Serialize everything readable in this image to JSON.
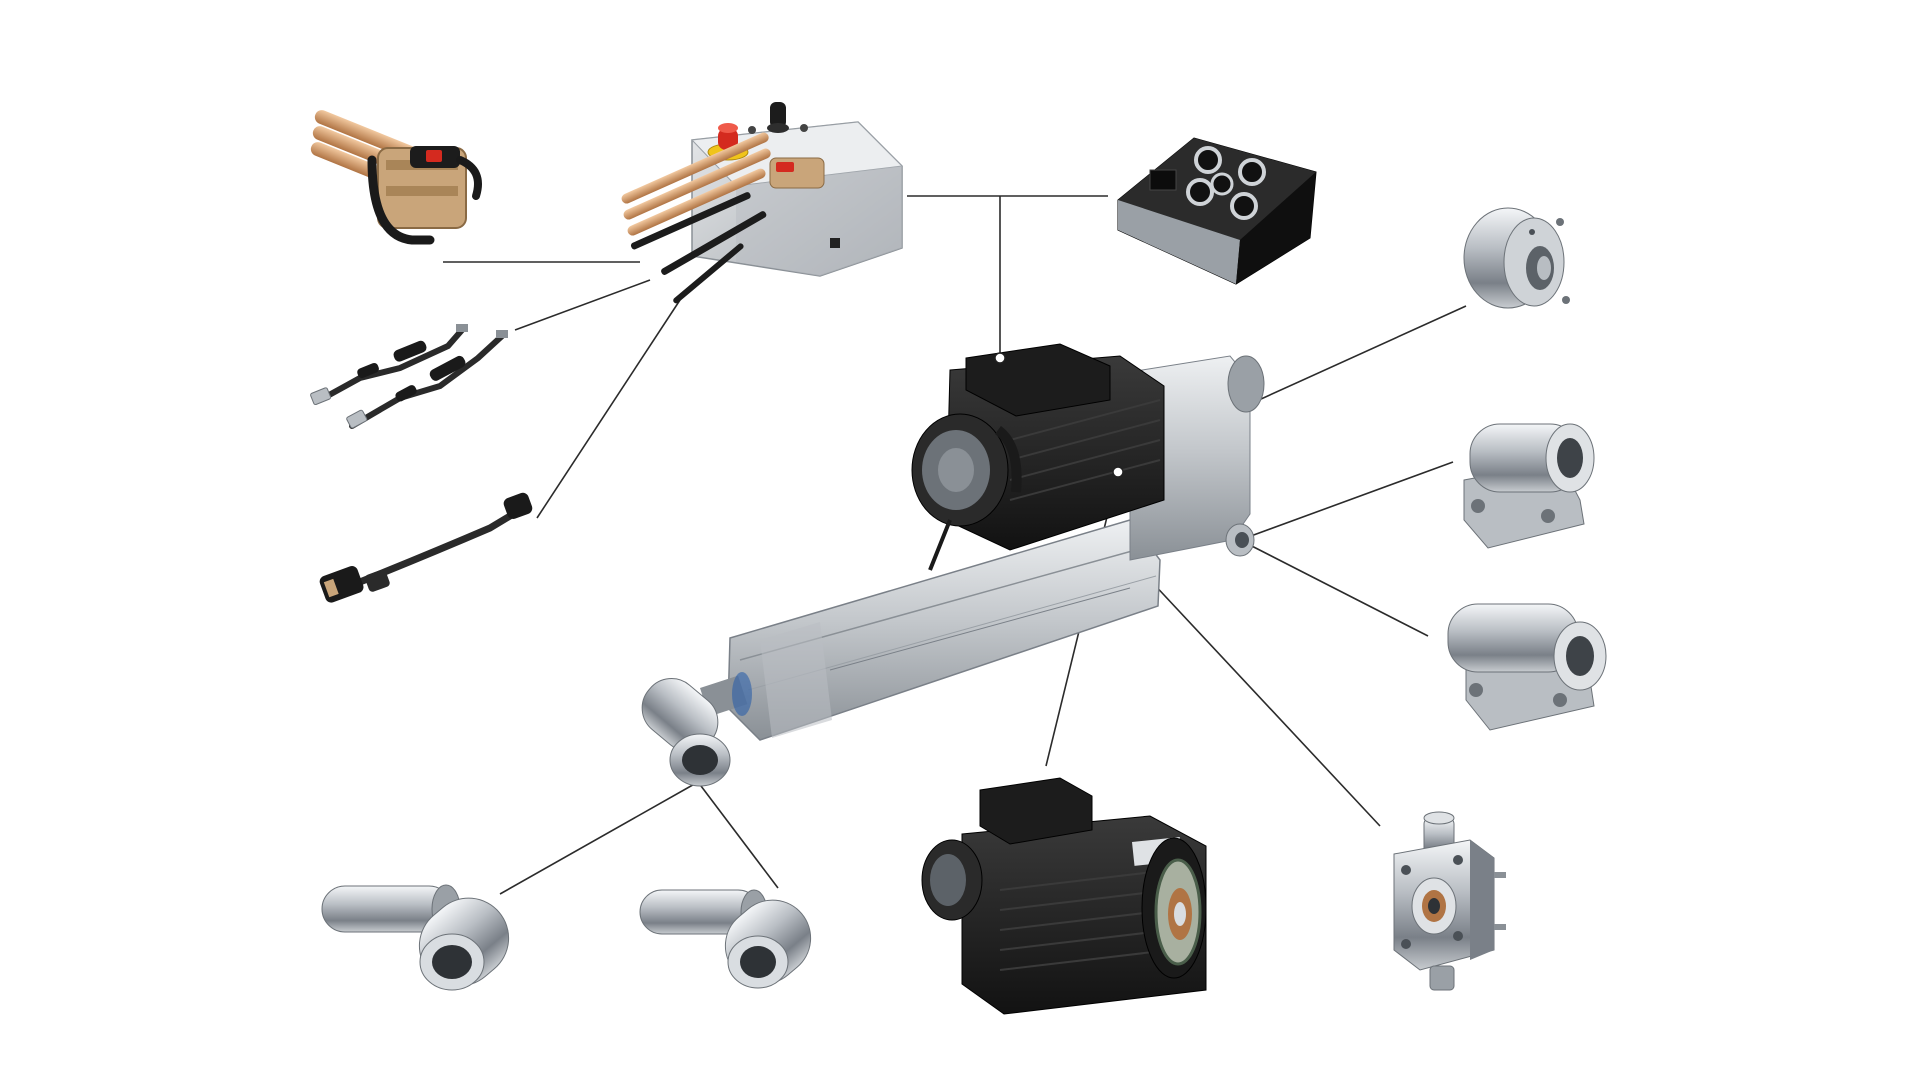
{
  "figure": {
    "kind": "exploded-view",
    "labels": [],
    "components": [
      {
        "id": "power-cable-connector",
        "icon": "cable-connector-icon"
      },
      {
        "id": "control-box",
        "icon": "control-box-icon"
      },
      {
        "id": "motor-controller",
        "icon": "controller-module-icon"
      },
      {
        "id": "holding-brake",
        "icon": "brake-disc-icon"
      },
      {
        "id": "sensor-cables",
        "icon": "sensor-cable-icon"
      },
      {
        "id": "extension-cable",
        "icon": "extension-cable-icon"
      },
      {
        "id": "linear-actuator",
        "icon": "actuator-icon"
      },
      {
        "id": "trunnion-mount-upper",
        "icon": "trunnion-mount-icon"
      },
      {
        "id": "trunnion-mount-lower",
        "icon": "trunnion-mount-icon"
      },
      {
        "id": "rod-eye-left",
        "icon": "rod-eye-icon"
      },
      {
        "id": "rod-eye-right",
        "icon": "rod-eye-icon"
      },
      {
        "id": "servo-motor",
        "icon": "servo-motor-icon"
      },
      {
        "id": "flange-mount",
        "icon": "flange-mount-icon"
      }
    ],
    "colors": {
      "background": "#ffffff",
      "leader": "#2b2b2b",
      "motor-black": "#1c1c1c",
      "aluminium": "#c4c8cc",
      "steel-dark": "#7a8088",
      "copper": "#c98a52",
      "connector-tan": "#c9a57a",
      "estop-red": "#d42a1f",
      "estop-yellow": "#f0c419"
    }
  }
}
